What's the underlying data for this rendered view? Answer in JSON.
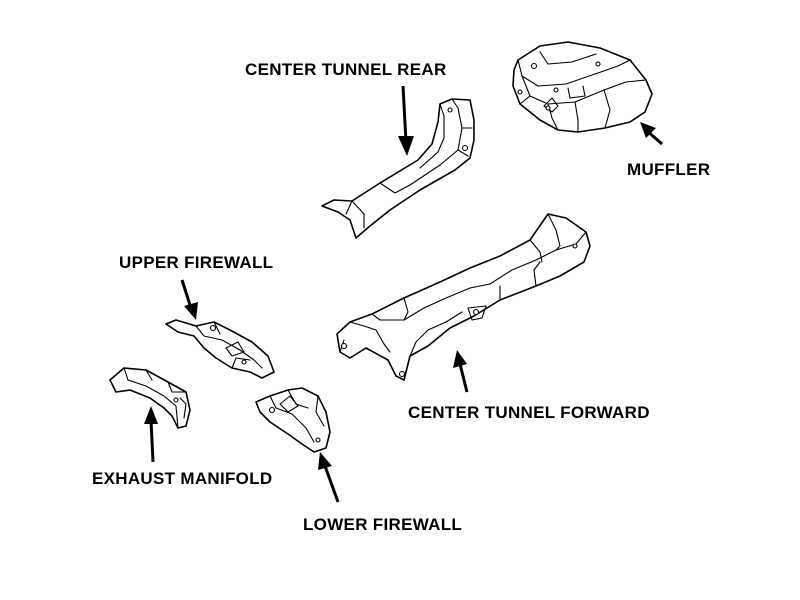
{
  "labels": {
    "center_tunnel_rear": "CENTER TUNNEL REAR",
    "muffler": "MUFFLER",
    "upper_firewall": "UPPER FIREWALL",
    "center_tunnel_forward": "CENTER TUNNEL FORWARD",
    "exhaust_manifold": "EXHAUST MANIFOLD",
    "lower_firewall": "LOWER FIREWALL"
  },
  "colors": {
    "line": "#000000",
    "background": "#ffffff"
  }
}
